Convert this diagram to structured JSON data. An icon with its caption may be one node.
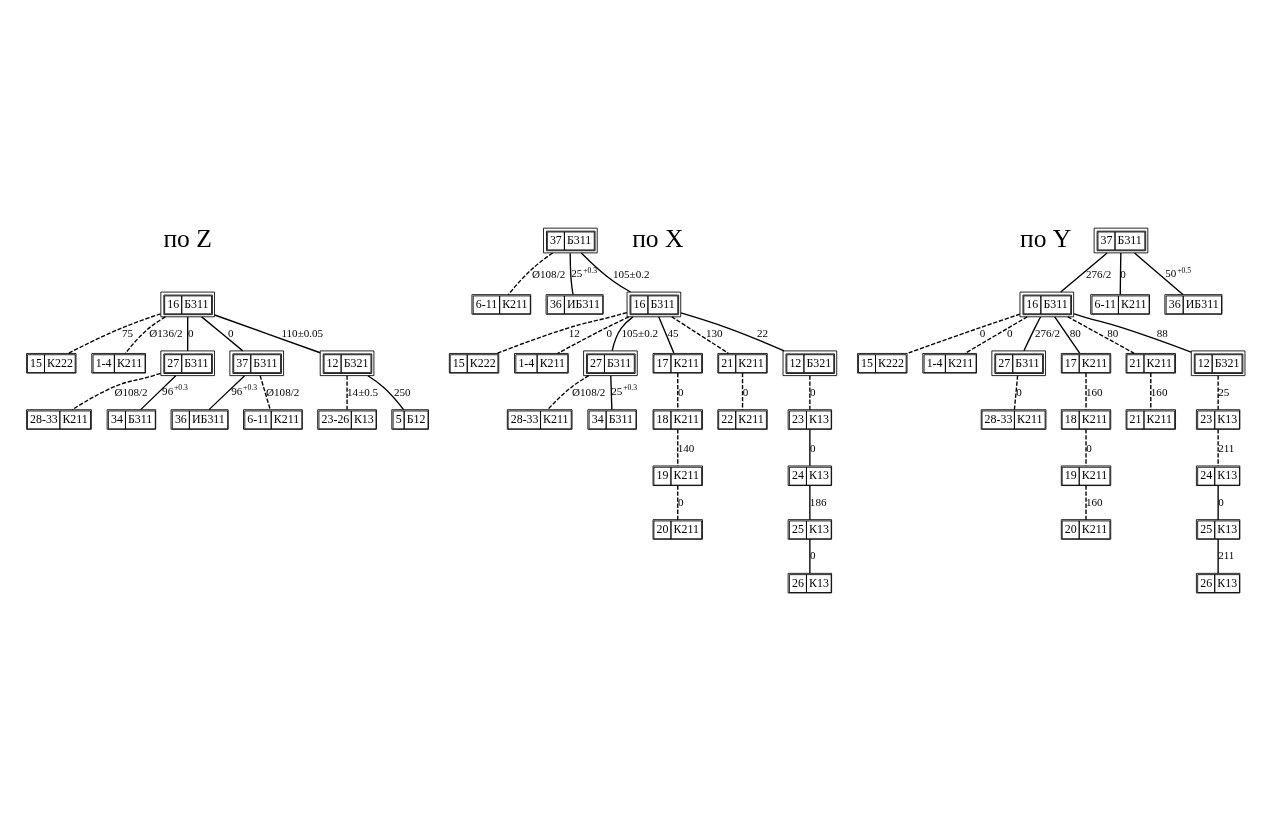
{
  "diagram": {
    "nodes": [
      {
        "text": [
          "15",
          "К222"
        ]
      },
      {
        "text": [
          "1-4",
          "К211"
        ]
      },
      {
        "text": [
          "16",
          "Б311"
        ]
      },
      {
        "text": [
          "27",
          "Б311"
        ]
      },
      {
        "text": [
          "28-33",
          "К211"
        ]
      },
      {
        "text": [
          "34",
          "Б311"
        ]
      },
      {
        "text": [
          "37",
          "Б311"
        ]
      },
      {
        "text": [
          "12",
          "Б321"
        ]
      },
      {
        "text": [
          "23-26",
          "К13"
        ]
      },
      {
        "text": [
          "36",
          "ИБ311"
        ]
      },
      {
        "text": [
          "6-11",
          "К211"
        ]
      },
      {
        "text": [
          "5",
          "Б12"
        ]
      },
      {
        "text": [
          "15",
          "К222"
        ]
      },
      {
        "text": [
          "1-4",
          "К211"
        ]
      },
      {
        "text": [
          "37",
          "Б311"
        ]
      },
      {
        "text": [
          "16",
          "Б311"
        ]
      },
      {
        "text": [
          "27",
          "Б311"
        ]
      },
      {
        "text": [
          "6-11",
          "К211"
        ]
      },
      {
        "text": [
          "36",
          "ИБ311"
        ]
      },
      {
        "text": [
          "17",
          "К211"
        ]
      },
      {
        "text": [
          "21",
          "К211"
        ]
      },
      {
        "text": [
          "34",
          "Б311"
        ]
      },
      {
        "text": [
          "28-33",
          "К211"
        ]
      },
      {
        "text": [
          "18",
          "К211"
        ]
      },
      {
        "text": [
          "12",
          "Б321"
        ]
      },
      {
        "text": [
          "22",
          "К211"
        ]
      },
      {
        "text": [
          "19",
          "К211"
        ]
      },
      {
        "text": [
          "23",
          "К13"
        ]
      },
      {
        "text": [
          "24",
          "К13"
        ]
      },
      {
        "text": [
          "25",
          "К13"
        ]
      },
      {
        "text": [
          "20",
          "К211"
        ]
      },
      {
        "text": [
          "26",
          "К13"
        ]
      },
      {
        "text": [
          "15",
          "К222"
        ]
      },
      {
        "text": [
          "6-11",
          "К211"
        ]
      },
      {
        "text": [
          "1-4",
          "К211"
        ]
      },
      {
        "text": [
          "37",
          "Б311"
        ]
      },
      {
        "text": [
          "16",
          "Б311"
        ]
      },
      {
        "text": [
          "27",
          "Б311"
        ]
      },
      {
        "text": [
          "17",
          "К211"
        ]
      },
      {
        "text": [
          "28-33",
          "К211"
        ]
      },
      {
        "text": [
          "36",
          "ИБ311"
        ]
      },
      {
        "text": [
          "21",
          "К211"
        ]
      },
      {
        "text": [
          "12",
          "Б321"
        ]
      },
      {
        "text": [
          "18",
          "К211"
        ]
      },
      {
        "text": [
          "21",
          "К211"
        ]
      },
      {
        "text": [
          "19",
          "К211"
        ]
      },
      {
        "text": [
          "23",
          "К13"
        ]
      },
      {
        "text": [
          "24",
          "К13"
        ]
      },
      {
        "text": [
          "25",
          "К13"
        ]
      },
      {
        "text": [
          "20",
          "К211"
        ]
      },
      {
        "text": [
          "26",
          "К13"
        ]
      }
    ],
    "edges": [
      {
        "from": 2,
        "to": 0,
        "arrow": "none",
        "label": "75",
        "style": "dashed"
      },
      {
        "from": 2,
        "to": 1,
        "arrow": "none",
        "label": "Ø136/2",
        "style": "dashed"
      },
      {
        "from": 2,
        "to": 3,
        "arrow": "none",
        "label": "0"
      },
      {
        "from": 3,
        "to": 4,
        "arrow": "none",
        "label": "Ø108/2",
        "style": "dashed"
      },
      {
        "from": 3,
        "to": 5,
        "arrow": "none",
        "label": "96$^{+0.3}$"
      },
      {
        "from": 2,
        "to": 6,
        "arrow": "none",
        "label": "0"
      },
      {
        "from": 2,
        "to": 7,
        "arrow": "none",
        "label": "110±0.05"
      },
      {
        "from": 7,
        "to": 8,
        "arrow": "none",
        "label": "14±0.5",
        "style": "dashed"
      },
      {
        "from": 7,
        "to": 11,
        "arrow": "none",
        "label": "250"
      },
      {
        "from": 6,
        "to": 9,
        "arrow": "none",
        "label": "96$^{+0.3}$"
      },
      {
        "from": 6,
        "to": 10,
        "arrow": "none",
        "label": "Ø108/2",
        "style": "dashed"
      },
      {
        "from": 15,
        "to": 12,
        "arrow": "none",
        "label": "12",
        "style": "dashed"
      },
      {
        "from": 15,
        "to": 13,
        "arrow": "none",
        "label": "0",
        "style": "dashed"
      },
      {
        "from": 14,
        "to": 15,
        "arrow": "none",
        "label": "105±0.2"
      },
      {
        "from": 15,
        "to": 16,
        "arrow": "none",
        "label": "105±0.2"
      },
      {
        "from": 14,
        "to": 17,
        "arrow": "none",
        "label": "Ø108/2",
        "style": "dashed"
      },
      {
        "from": 14,
        "to": 18,
        "arrow": "none",
        "label": "25$^{+0.3}$"
      },
      {
        "from": 15,
        "to": 19,
        "arrow": "none",
        "label": "45"
      },
      {
        "from": 15,
        "to": 24,
        "arrow": "none",
        "label": "22"
      },
      {
        "from": 15,
        "to": 20,
        "arrow": "none",
        "label": "130",
        "style": "dashed"
      },
      {
        "from": 16,
        "to": 21,
        "arrow": "none",
        "label": "25$^{+0.3}$"
      },
      {
        "from": 16,
        "to": 22,
        "arrow": "none",
        "label": "Ø108/2",
        "style": "dashed"
      },
      {
        "from": 19,
        "to": 23,
        "arrow": "none",
        "label": "0",
        "style": "dashed"
      },
      {
        "from": 20,
        "to": 25,
        "arrow": "none",
        "label": "0",
        "style": "dashed"
      },
      {
        "from": 23,
        "to": 26,
        "arrow": "none",
        "label": "140",
        "style": "dashed"
      },
      {
        "from": 24,
        "to": 27,
        "arrow": "none",
        "label": "0",
        "style": "dashed"
      },
      {
        "from": 27,
        "to": 28,
        "arrow": "none",
        "label": "0"
      },
      {
        "from": 28,
        "to": 29,
        "arrow": "none",
        "label": "186"
      },
      {
        "from": 26,
        "to": 30,
        "arrow": "none",
        "label": "0",
        "style": "dashed"
      },
      {
        "from": 29,
        "to": 31,
        "arrow": "none",
        "label": "0"
      },
      {
        "from": 36,
        "to": 32,
        "arrow": "none",
        "label": "0",
        "style": "dashed"
      },
      {
        "from": 35,
        "to": 33,
        "arrow": "none",
        "label": "0"
      },
      {
        "from": 36,
        "to": 34,
        "arrow": "none",
        "label": "0",
        "style": "dashed"
      },
      {
        "from": 35,
        "to": 36,
        "arrow": "none",
        "label": "276/2"
      },
      {
        "from": 36,
        "to": 37,
        "arrow": "none",
        "label": "276/2"
      },
      {
        "from": 36,
        "to": 38,
        "arrow": "none",
        "label": "80"
      },
      {
        "from": 37,
        "to": 39,
        "arrow": "none",
        "label": "0",
        "style": "dashed"
      },
      {
        "from": 35,
        "to": 40,
        "arrow": "none",
        "label": "50$^{+0.5}$"
      },
      {
        "from": 36,
        "to": 41,
        "arrow": "none",
        "label": "80",
        "style": "dashed"
      },
      {
        "from": 36,
        "to": 42,
        "arrow": "none",
        "label": "88"
      },
      {
        "from": 38,
        "to": 43,
        "arrow": "none",
        "label": "160",
        "style": "dashed"
      },
      {
        "from": 41,
        "to": 44,
        "arrow": "none",
        "label": "160",
        "style": "dashed"
      },
      {
        "from": 43,
        "to": 45,
        "arrow": "none",
        "label": "0",
        "style": "dashed"
      },
      {
        "from": 42,
        "to": 46,
        "arrow": "none",
        "label": "25",
        "style": "dashed"
      },
      {
        "from": 46,
        "to": 47,
        "arrow": "none",
        "label": "211",
        "style": "dashed"
      },
      {
        "from": 47,
        "to": 48,
        "arrow": "none",
        "label": "0"
      },
      {
        "from": 45,
        "to": 49,
        "arrow": "none",
        "label": "160",
        "style": "dashed"
      },
      {
        "from": 48,
        "to": 50,
        "arrow": "none",
        "label": "211"
      }
    ],
    "labels": [
      "по Z",
      "по X",
      "по Y"
    ]
  }
}
